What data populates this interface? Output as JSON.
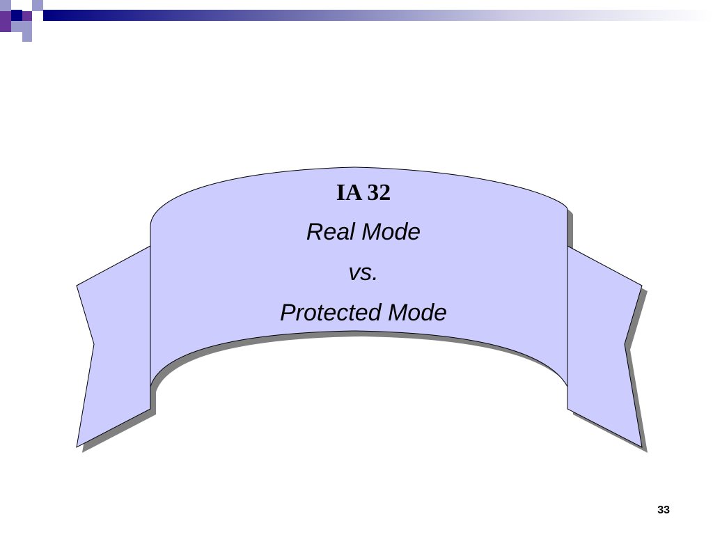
{
  "slide": {
    "title": "IA 32",
    "lines": [
      "Real Mode",
      "vs.",
      "Protected Mode"
    ],
    "page_number": "33"
  },
  "colors": {
    "banner_fill": "#CCCCFF",
    "banner_outline": "#000000",
    "banner_shadow": "#808080",
    "header_dark": "#000080",
    "header_purple": "#663399",
    "header_light": "#9999CC",
    "header_fade_end": "#FFFFFF"
  },
  "icons": {
    "header_decoration": "checker-squares-decoration"
  }
}
